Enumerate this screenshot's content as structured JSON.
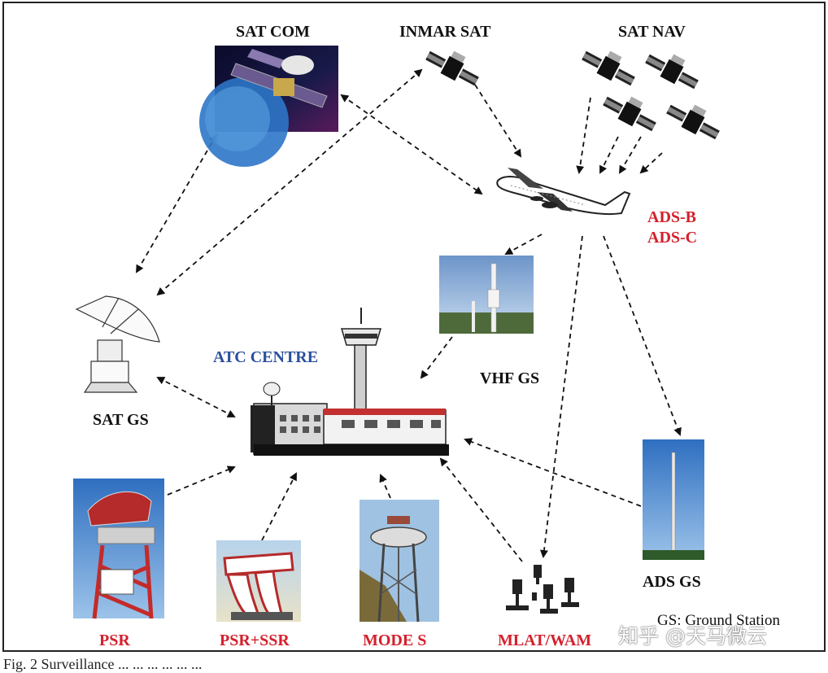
{
  "labels": {
    "sat_com": "SAT COM",
    "inmar_sat": "INMAR SAT",
    "sat_nav": "SAT NAV",
    "ads_b": "ADS-B",
    "ads_c": "ADS-C",
    "atc_centre": "ATC CENTRE",
    "vhf_gs": "VHF GS",
    "sat_gs": "SAT GS",
    "ads_gs": "ADS GS",
    "psr": "PSR",
    "psr_ssr": "PSR+SSR",
    "mode_s": "MODE S",
    "mlat_wam": "MLAT/WAM"
  },
  "legend": {
    "gs_note": "GS: Ground Station"
  },
  "caption": "Fig. 2  Surveillance ... ... ... ...  ...  ...",
  "watermark": "知乎 @天马微云",
  "colors": {
    "label_black": "#111111",
    "label_red": "#d4202c",
    "label_blue": "#2a4f9e"
  }
}
